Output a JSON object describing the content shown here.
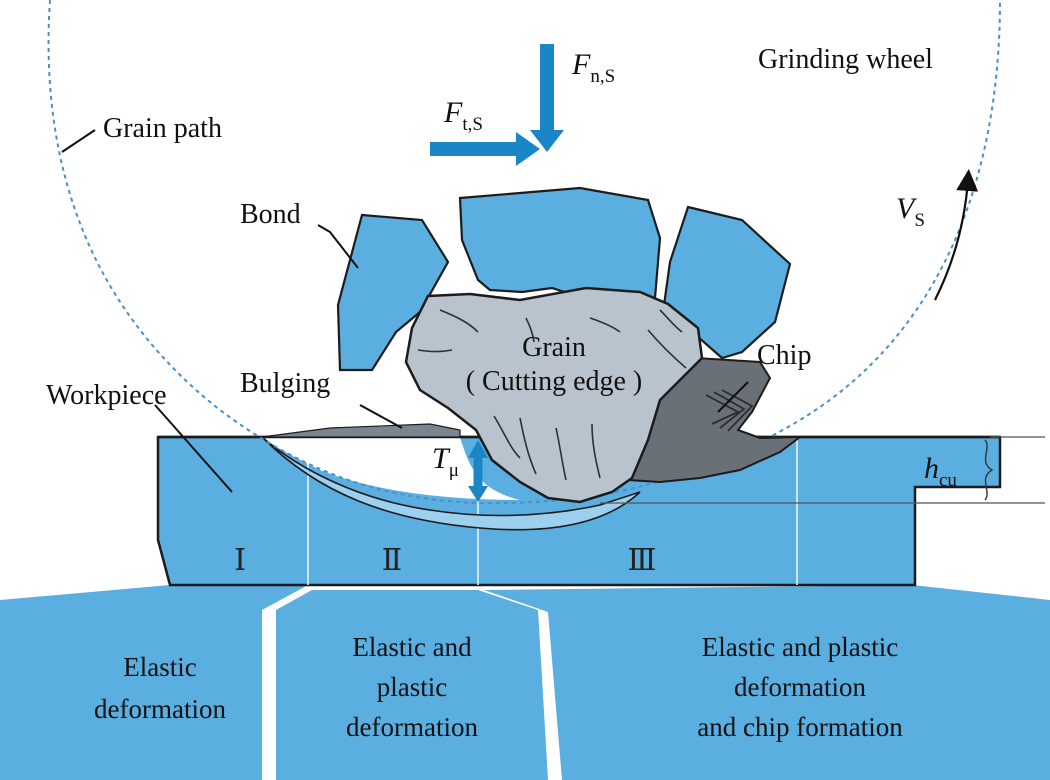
{
  "labels": {
    "grinding_wheel": "Grinding wheel",
    "grain_path": "Grain path",
    "bond": "Bond",
    "grain": "Grain",
    "cutting_edge": "( Cutting edge )",
    "chip": "Chip",
    "bulging": "Bulging",
    "workpiece": "Workpiece"
  },
  "symbols": {
    "normal_force": {
      "main": "F",
      "sub": "n,S"
    },
    "tangential_force": {
      "main": "F",
      "sub": "t,S"
    },
    "wheel_speed": {
      "main": "V",
      "sub": "S"
    },
    "friction_stress": {
      "main": "T",
      "sub": "μ"
    },
    "cut_depth": {
      "main": "h",
      "sub": "cu"
    }
  },
  "zones": [
    {
      "numeral": "Ⅰ",
      "lines": [
        "Elastic",
        "deformation"
      ]
    },
    {
      "numeral": "Ⅱ",
      "lines": [
        "Elastic and",
        "plastic",
        "deformation"
      ]
    },
    {
      "numeral": "Ⅲ",
      "lines": [
        "Elastic and plastic",
        "deformation",
        "and chip formation"
      ]
    }
  ],
  "colors": {
    "blue": "#5aaee0",
    "light_blue": "#9dd0ef",
    "force_arrow": "#1a86c8",
    "grain": "#b9c3ce",
    "chip": "#6a7078",
    "outline": "#1c1c1c",
    "white": "#ffffff"
  }
}
